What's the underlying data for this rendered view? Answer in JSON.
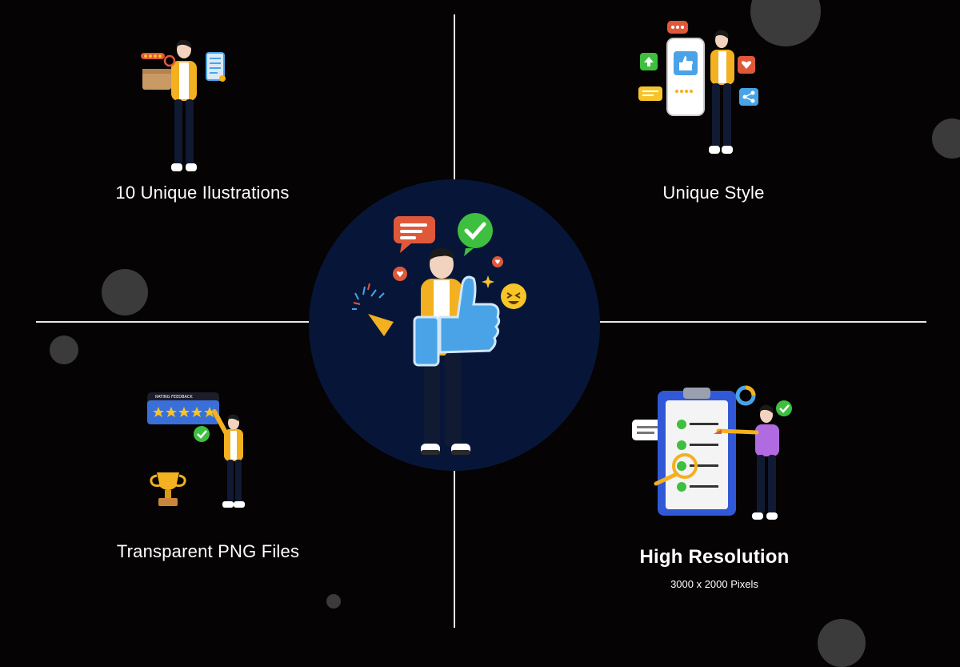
{
  "colors": {
    "background": "#050303",
    "center_circle": "#071638",
    "divider": "#e9e9e9",
    "bubble": "#3b3b3b",
    "jacket_yellow": "#f3b020",
    "thumb_blue": "#4aa3e6",
    "badge_green": "#3fbf3f",
    "chat_red": "#e0583a"
  },
  "features": [
    {
      "title": "10 Unique Ilustrations",
      "illustration": "man-with-box-and-clipboard-icon"
    },
    {
      "title": "Unique Style",
      "illustration": "man-with-phone-social-icons-icon"
    },
    {
      "title": "Transparent PNG Files",
      "illustration": "man-rating-stars-trophy-icon"
    },
    {
      "title": "High Resolution",
      "subtitle": "3000 x 2000 Pixels",
      "illustration": "woman-with-clipboard-checklist-icon"
    }
  ],
  "center": {
    "illustration": "man-thumbs-up-icon",
    "stars_text": "RATING FEEDBACK"
  }
}
